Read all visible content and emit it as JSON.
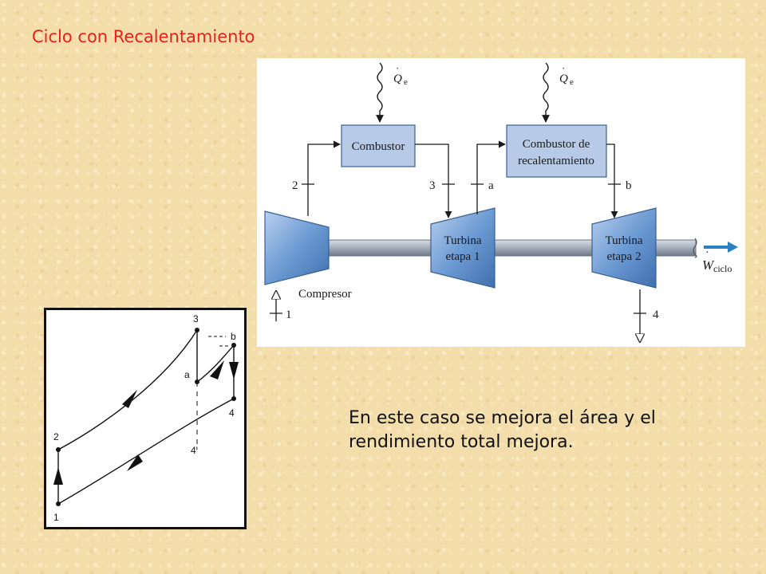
{
  "slide": {
    "title": "Ciclo con Recalentamiento",
    "body_text": "En este caso se mejora el área y el rendimiento total mejora."
  },
  "schematic": {
    "heat_input_label": "Q",
    "heat_input_subscript": "e",
    "combustor_label": "Combustor",
    "reheater_label_line1": "Combustor de",
    "reheater_label_line2": "recalentamiento",
    "compressor_label": "Compresor",
    "turbine1_line1": "Turbina",
    "turbine1_line2": "etapa 1",
    "turbine2_line1": "Turbina",
    "turbine2_line2": "etapa 2",
    "work_label": "W",
    "work_subscript": "ciclo",
    "state_labels": {
      "s1": "1",
      "s2": "2",
      "s3": "3",
      "sa": "a",
      "sb": "b",
      "s4": "4"
    }
  },
  "ts_diagram": {
    "point_labels": {
      "p1": "1",
      "p2": "2",
      "p3": "3",
      "pa": "a",
      "pb": "b",
      "p4": "4",
      "p4p": "4'"
    }
  },
  "colors": {
    "background": "#f3deab",
    "title": "#e8201a",
    "component_fill": "#5f8fc8",
    "box_fill": "#b7cbe6",
    "arrow_blue": "#2c7fc0"
  }
}
